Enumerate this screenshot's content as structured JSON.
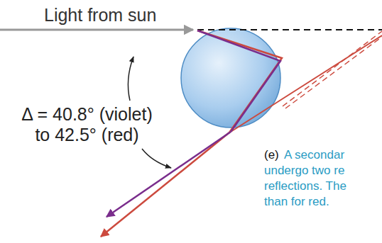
{
  "diagram": {
    "labels": [
      "Light from sun",
      "Δ = 40.8° (violet) to 42.5° (red)",
      "(e)",
      "A secondar",
      "undergo two re",
      "reflections. The",
      "than for red."
    ]
  }
}
